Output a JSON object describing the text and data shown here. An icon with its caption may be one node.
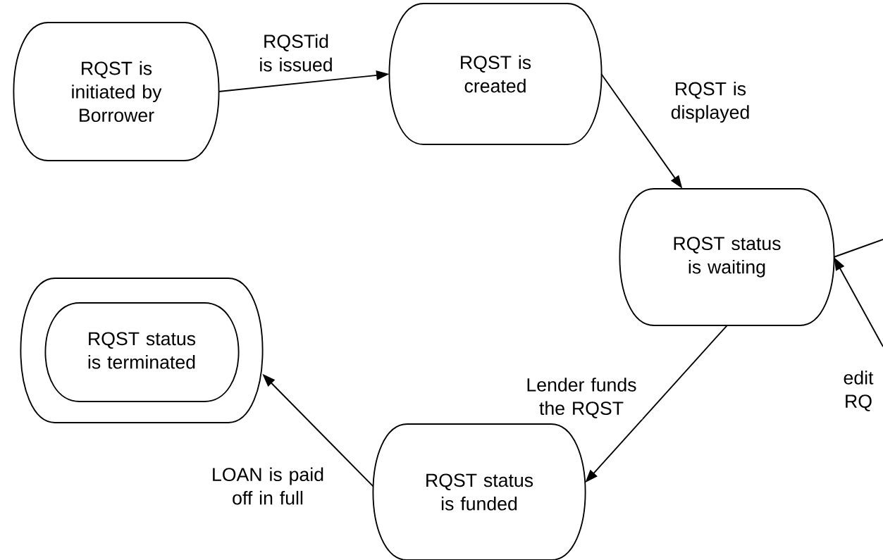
{
  "diagram": {
    "nodes": [
      {
        "text": [
          "RQST is initiated by Borrower"
        ]
      },
      {
        "text": [
          "RQST is created"
        ]
      },
      {
        "text": [
          "RQST status is waiting"
        ]
      },
      {
        "text": [
          "RQST status is terminated"
        ]
      },
      {
        "text": [
          "RQST status is funded"
        ]
      }
    ],
    "edges": [
      {
        "from": 0,
        "to": 1,
        "arrow": "to",
        "label": "RQSTid is issued"
      },
      {
        "from": 1,
        "to": 2,
        "arrow": "to",
        "label": "RQST is displayed"
      },
      {
        "from": 2,
        "to": 4,
        "arrow": "to",
        "label": "Lender funds the RQST"
      },
      {
        "from": 4,
        "to": 3,
        "arrow": "to",
        "label": "LOAN is paid off in full"
      },
      {
        "from": 2,
        "to": null,
        "arrow": "none"
      },
      {
        "from": null,
        "to": 2,
        "arrow": "to",
        "label": "edit RQ"
      }
    ]
  }
}
